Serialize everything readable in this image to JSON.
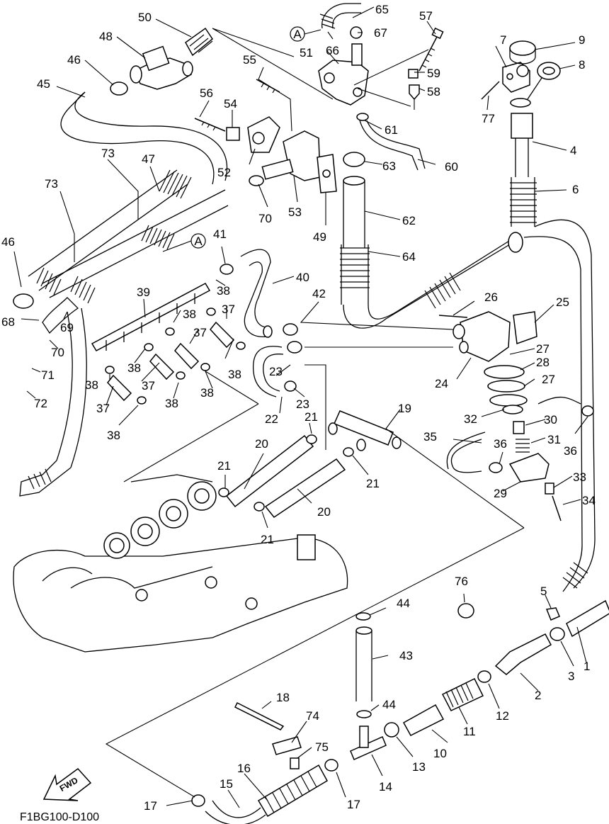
{
  "diagram": {
    "code": "F1BG100-D100",
    "fwd_label": "FWD",
    "ref_markers": [
      "A",
      "A"
    ],
    "part_labels": [
      "1",
      "2",
      "3",
      "4",
      "5",
      "6",
      "7",
      "8",
      "9",
      "10",
      "11",
      "12",
      "13",
      "14",
      "15",
      "16",
      "17",
      "17",
      "18",
      "19",
      "20",
      "20",
      "21",
      "21",
      "21",
      "21",
      "22",
      "23",
      "23",
      "24",
      "25",
      "26",
      "27",
      "27",
      "28",
      "29",
      "30",
      "31",
      "32",
      "33",
      "34",
      "35",
      "36",
      "36",
      "37",
      "37",
      "37",
      "37",
      "38",
      "38",
      "38",
      "38",
      "38",
      "38",
      "38",
      "38",
      "39",
      "40",
      "41",
      "42",
      "43",
      "44",
      "44",
      "45",
      "46",
      "46",
      "47",
      "48",
      "49",
      "50",
      "51",
      "52",
      "53",
      "54",
      "55",
      "56",
      "57",
      "58",
      "59",
      "60",
      "61",
      "62",
      "63",
      "64",
      "65",
      "66",
      "67",
      "68",
      "69",
      "70",
      "70",
      "71",
      "72",
      "73",
      "73",
      "74",
      "75",
      "76",
      "77"
    ]
  }
}
